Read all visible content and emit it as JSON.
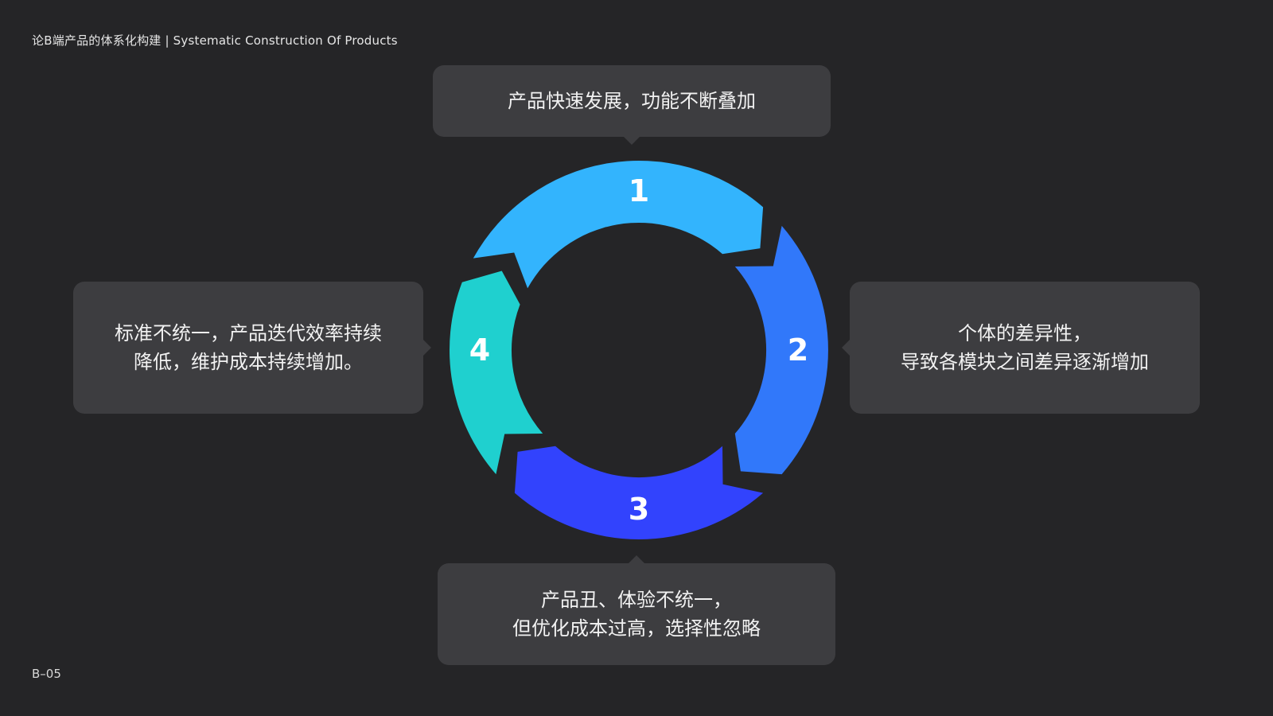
{
  "header": {
    "title": "论B端产品的体系化构建 | Systematic Construction Of Products"
  },
  "footer": {
    "page_number": "B–05"
  },
  "cycle": {
    "segments": [
      {
        "label": "1",
        "color": "#33b4fd"
      },
      {
        "label": "2",
        "color": "#3178fa"
      },
      {
        "label": "3",
        "color": "#3243fd"
      },
      {
        "label": "4",
        "color": "#1fd0cf"
      }
    ]
  },
  "callouts": {
    "top": {
      "lines": [
        "产品快速发展，功能不断叠加"
      ]
    },
    "right": {
      "lines": [
        "个体的差异性，",
        "导致各模块之间差异逐渐增加"
      ]
    },
    "bottom": {
      "lines": [
        "产品丑、体验不统一，",
        "但优化成本过高，选择性忽略"
      ]
    },
    "left": {
      "lines": [
        "标准不统一，产品迭代效率持续",
        "降低，维护成本持续增加。"
      ]
    }
  }
}
